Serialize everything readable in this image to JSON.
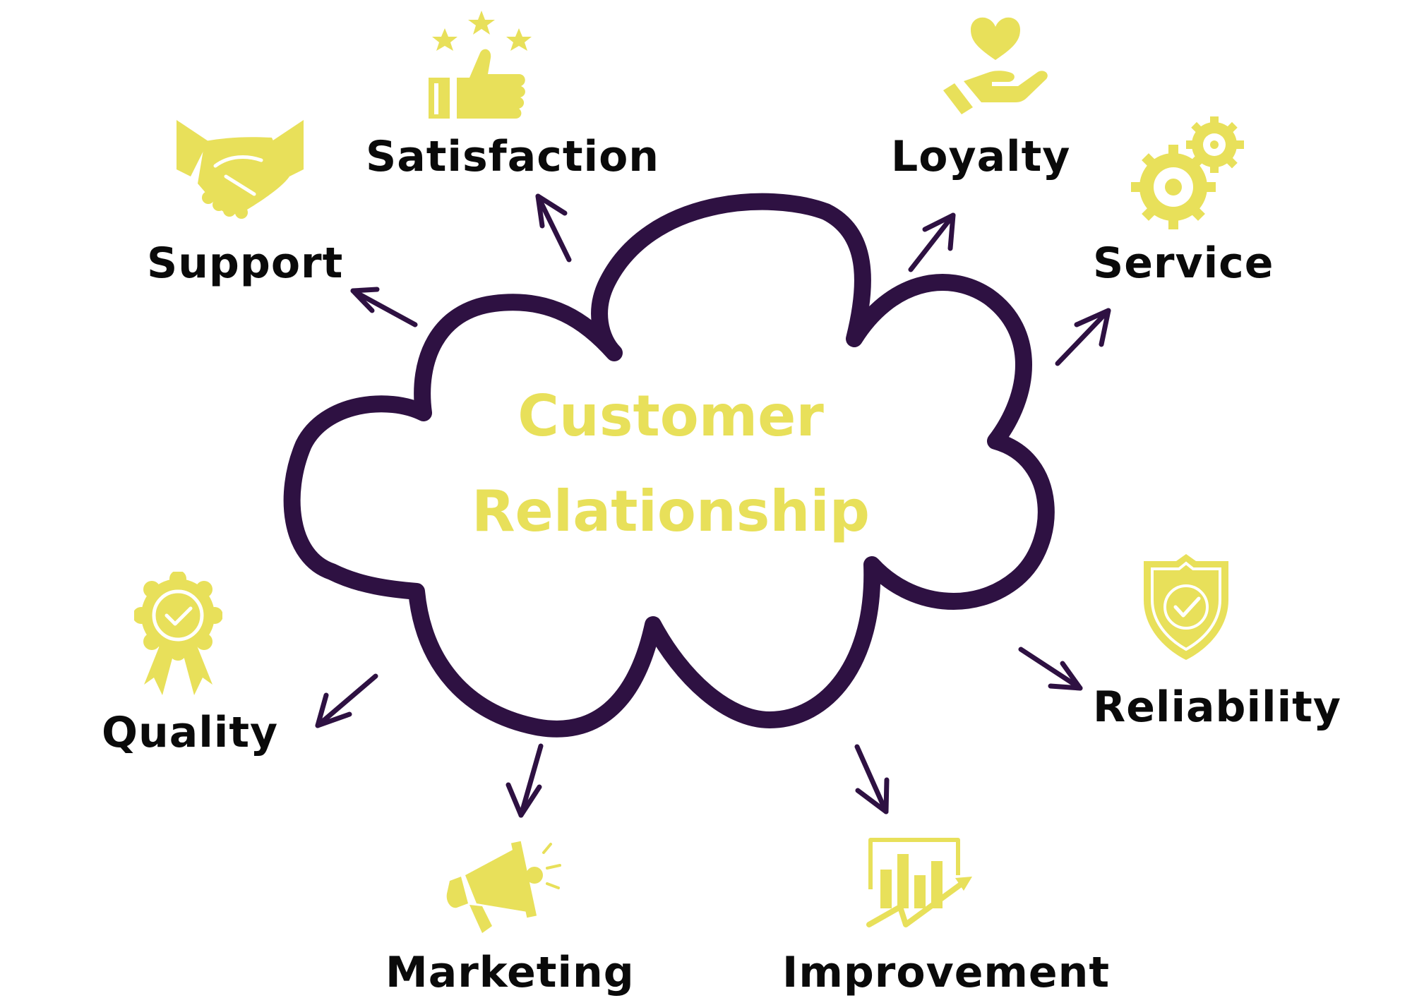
{
  "colors": {
    "accent": "#E8E05A",
    "outline": "#2E1142",
    "text": "#0A0A0A",
    "background": "#FFFFFF"
  },
  "center": {
    "line1": "Customer",
    "line2": "Relationship"
  },
  "nodes": [
    {
      "id": "support",
      "label": "Support",
      "icon": "handshake-icon"
    },
    {
      "id": "satisfaction",
      "label": "Satisfaction",
      "icon": "thumbs-up-stars-icon"
    },
    {
      "id": "loyalty",
      "label": "Loyalty",
      "icon": "heart-in-hand-icon"
    },
    {
      "id": "service",
      "label": "Service",
      "icon": "gears-icon"
    },
    {
      "id": "reliability",
      "label": "Reliability",
      "icon": "shield-check-icon"
    },
    {
      "id": "improvement",
      "label": "Improvement",
      "icon": "growth-chart-icon"
    },
    {
      "id": "marketing",
      "label": "Marketing",
      "icon": "megaphone-icon"
    },
    {
      "id": "quality",
      "label": "Quality",
      "icon": "award-ribbon-icon"
    }
  ]
}
